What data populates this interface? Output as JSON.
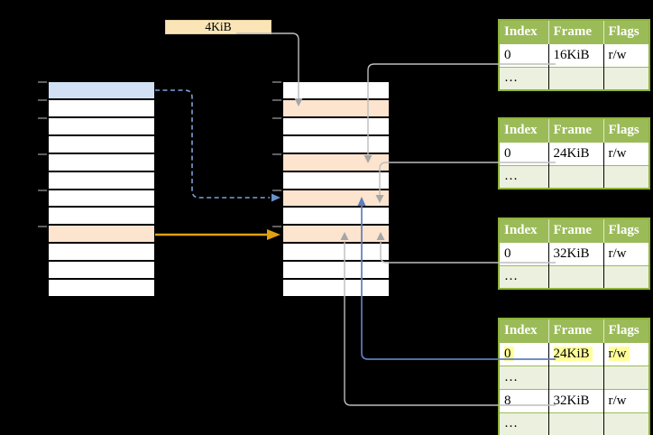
{
  "frame_size_label": {
    "text": "4KiB"
  },
  "columns": {
    "virtual": {
      "rows": [
        "blue",
        "white",
        "white",
        "white",
        "white",
        "white",
        "white",
        "white",
        "orange",
        "white",
        "white",
        "white"
      ]
    },
    "physical": {
      "rows": [
        "white",
        "orange",
        "white",
        "white",
        "orange",
        "white",
        "orange",
        "white",
        "orange",
        "white",
        "white",
        "white"
      ]
    }
  },
  "page_tables": [
    {
      "name": "page-table-1",
      "columns": [
        "Index",
        "Frame",
        "Flags"
      ],
      "rows": [
        {
          "cells": [
            "0",
            "16KiB",
            "r/w"
          ],
          "shade": "white",
          "highlighted": false
        },
        {
          "cells": [
            "…",
            "",
            ""
          ],
          "shade": "green",
          "highlighted": false
        }
      ]
    },
    {
      "name": "page-table-2",
      "columns": [
        "Index",
        "Frame",
        "Flags"
      ],
      "rows": [
        {
          "cells": [
            "0",
            "24KiB",
            "r/w"
          ],
          "shade": "white",
          "highlighted": false
        },
        {
          "cells": [
            "…",
            "",
            ""
          ],
          "shade": "green",
          "highlighted": false
        }
      ]
    },
    {
      "name": "page-table-3",
      "columns": [
        "Index",
        "Frame",
        "Flags"
      ],
      "rows": [
        {
          "cells": [
            "0",
            "32KiB",
            "r/w"
          ],
          "shade": "white",
          "highlighted": false
        },
        {
          "cells": [
            "…",
            "",
            ""
          ],
          "shade": "green",
          "highlighted": false
        }
      ]
    },
    {
      "name": "page-table-4",
      "columns": [
        "Index",
        "Frame",
        "Flags"
      ],
      "rows": [
        {
          "cells": [
            "0",
            "24KiB",
            "r/w"
          ],
          "shade": "white",
          "highlighted": true
        },
        {
          "cells": [
            "…",
            "",
            ""
          ],
          "shade": "green",
          "highlighted": false
        },
        {
          "cells": [
            "8",
            "32KiB",
            "r/w"
          ],
          "shade": "white",
          "highlighted": false
        },
        {
          "cells": [
            "…",
            "",
            ""
          ],
          "shade": "green",
          "highlighted": false
        }
      ]
    }
  ],
  "palette": {
    "background": "#000000",
    "row_blue": "#d2e0f5",
    "row_orange": "#fde4ce",
    "label_fill": "#fbe5b6",
    "header_green": "#9bbb59",
    "cell_light_green": "#ebf1de",
    "table_border": "#8eb33a",
    "highlight_yellow": "#ffff99",
    "gray_line": "#bdbdbd",
    "gray_arrow": "#a6a6a6",
    "blue_line": "#5f7db9",
    "dashed_blue": "#7da0d7",
    "dashed_arrow": "#6c91c9",
    "gold_line": "#e0a010",
    "tick_gray": "#8a8a8a"
  }
}
